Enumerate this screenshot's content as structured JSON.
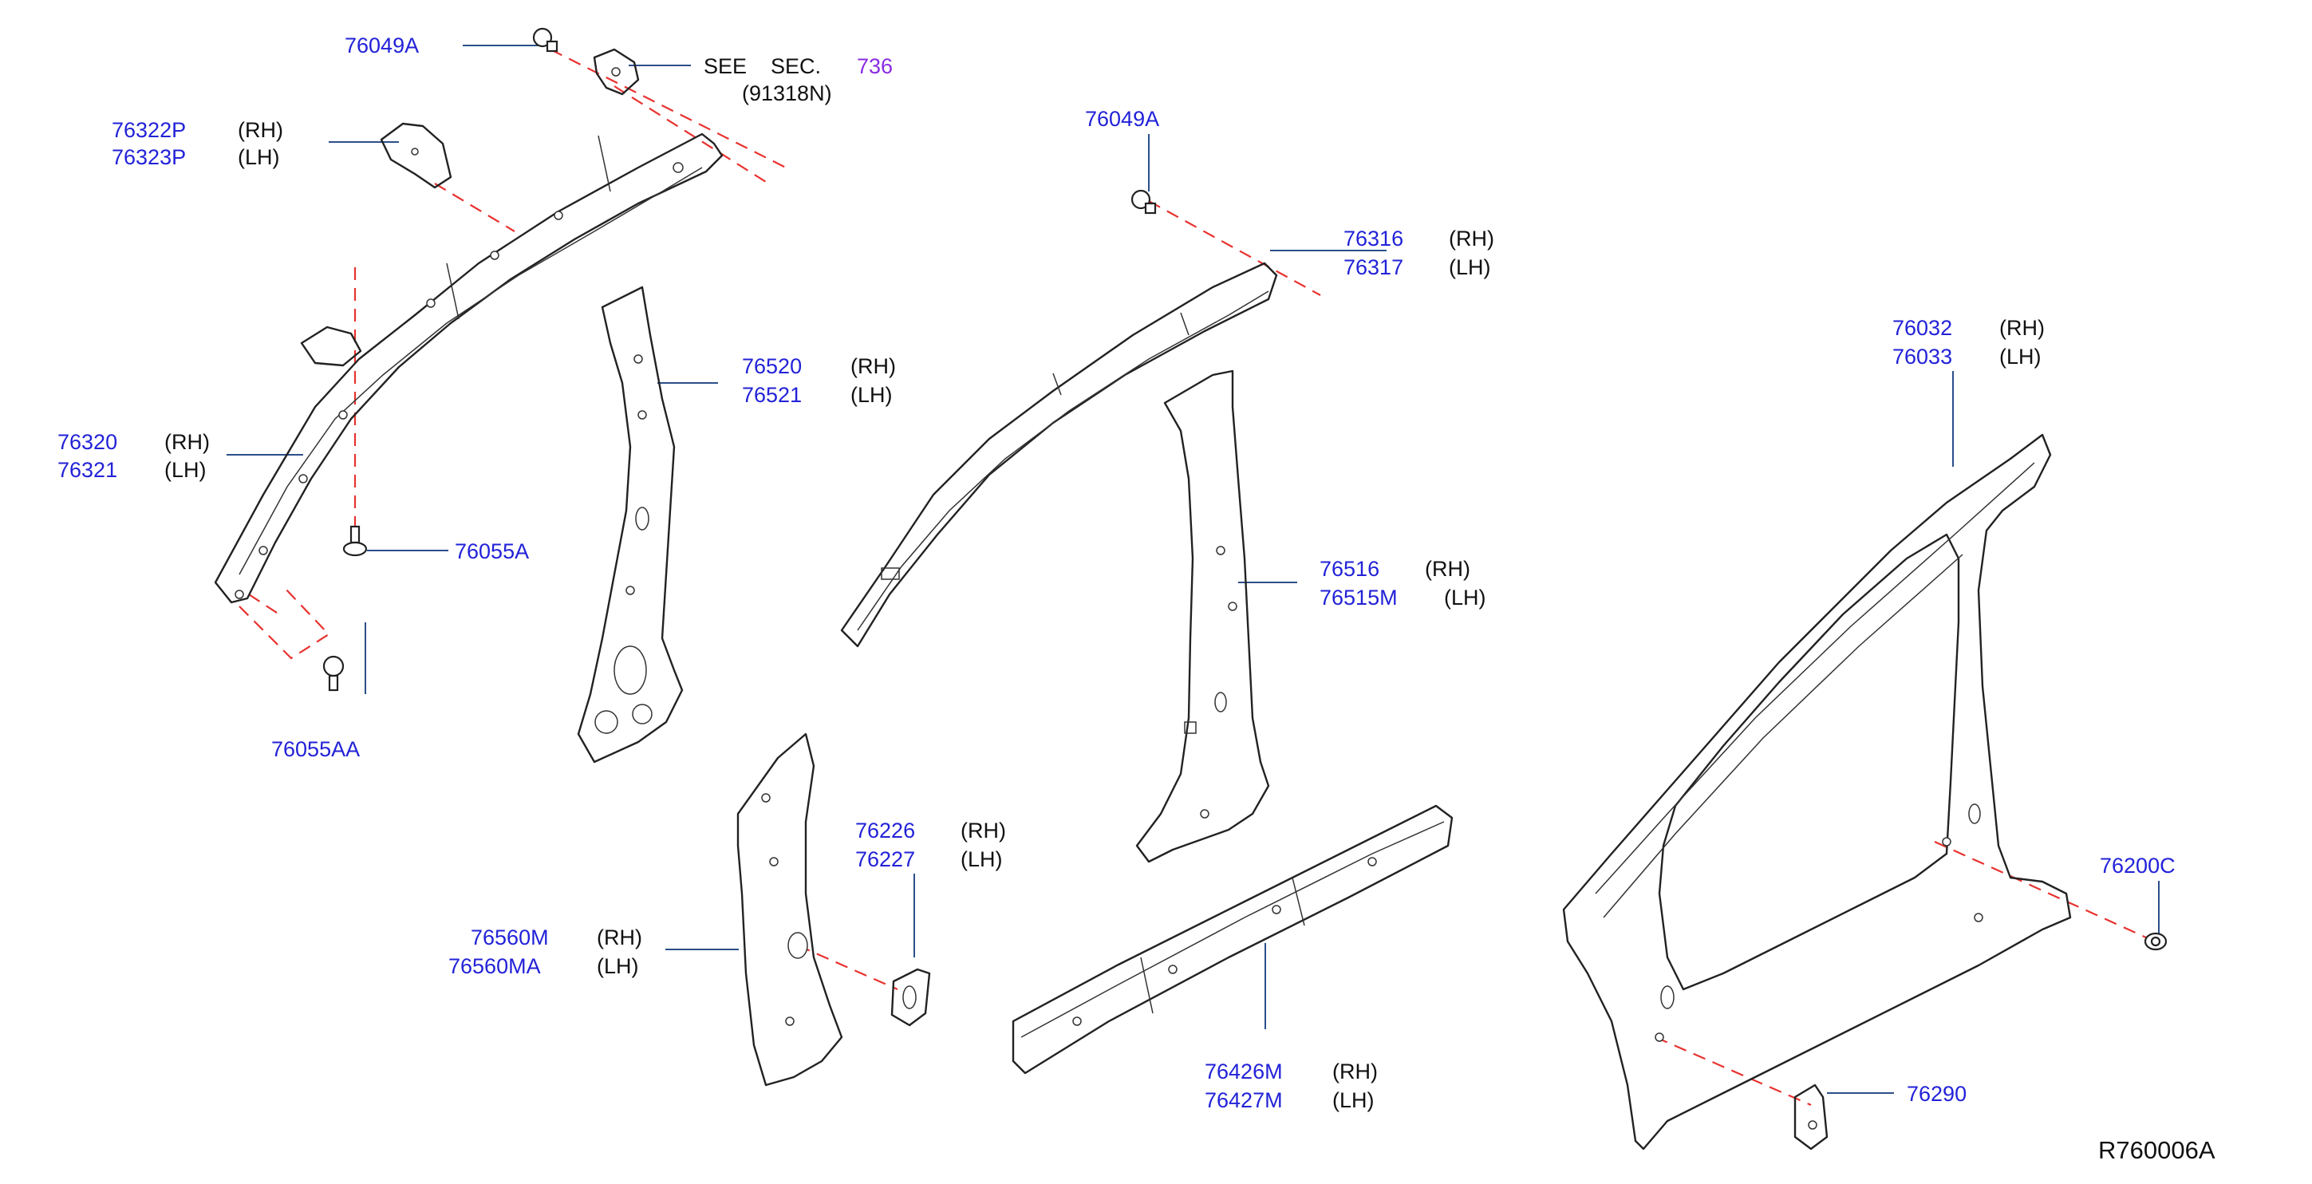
{
  "parts": [
    {
      "number": "76049A",
      "side": ""
    },
    {
      "number": "76322P",
      "side": "(RH)"
    },
    {
      "number": "76323P",
      "side": "(LH)"
    },
    {
      "number": "76320",
      "side": "(RH)"
    },
    {
      "number": "76321",
      "side": "(LH)"
    },
    {
      "number": "76055A",
      "side": ""
    },
    {
      "number": "76055AA",
      "side": ""
    },
    {
      "number": "76520",
      "side": "(RH)"
    },
    {
      "number": "76521",
      "side": "(LH)"
    },
    {
      "number": "76049A",
      "side": ""
    },
    {
      "number": "76316",
      "side": "(RH)"
    },
    {
      "number": "76317",
      "side": "(LH)"
    },
    {
      "number": "76516",
      "side": "(RH)"
    },
    {
      "number": "76515M",
      "side": "(LH)"
    },
    {
      "number": "76226",
      "side": "(RH)"
    },
    {
      "number": "76227",
      "side": "(LH)"
    },
    {
      "number": "76560M",
      "side": "(RH)"
    },
    {
      "number": "76560MA",
      "side": "(LH)"
    },
    {
      "number": "76426M",
      "side": "(RH)"
    },
    {
      "number": "76427M",
      "side": "(LH)"
    },
    {
      "number": "76032",
      "side": "(RH)"
    },
    {
      "number": "76033",
      "side": "(LH)"
    },
    {
      "number": "76200C",
      "side": ""
    },
    {
      "number": "76290",
      "side": ""
    }
  ],
  "see_section": {
    "see": "SEE",
    "sec": "SEC.",
    "number": "736",
    "ref": "(91318N)"
  },
  "diagram_ref": "R760006A",
  "colors": {
    "part_number": "#2222d8",
    "section_link": "#8a2be2",
    "leader": "#2b4f8a",
    "guide_dash": "#e8322f"
  }
}
